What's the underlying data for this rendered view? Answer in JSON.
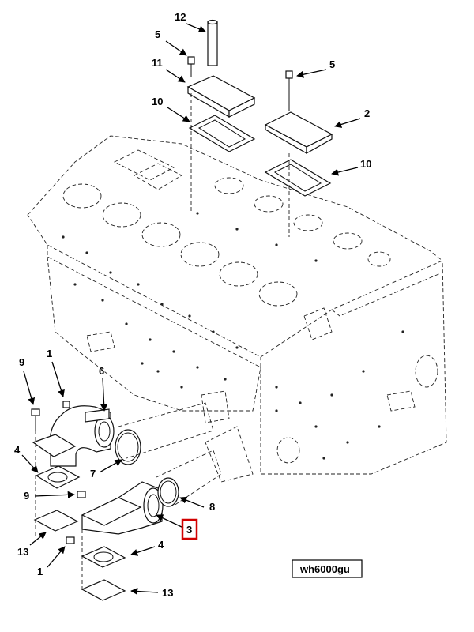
{
  "callouts": {
    "c12": "12",
    "c5_top": "5",
    "c11": "11",
    "c10_left": "10",
    "c5_right": "5",
    "c2": "2",
    "c10_right": "10",
    "c1_top": "1",
    "c9_top": "9",
    "c6": "6",
    "c4_top": "4",
    "c7": "7",
    "c9_bottom": "9",
    "c8": "8",
    "c3": "3",
    "c13_left": "13",
    "c1_bottom": "1",
    "c4_bottom": "4",
    "c13_bottom": "13"
  },
  "highlighted_callout": "3",
  "highlight_color": "#d10000",
  "figure_id": "wh6000gu"
}
